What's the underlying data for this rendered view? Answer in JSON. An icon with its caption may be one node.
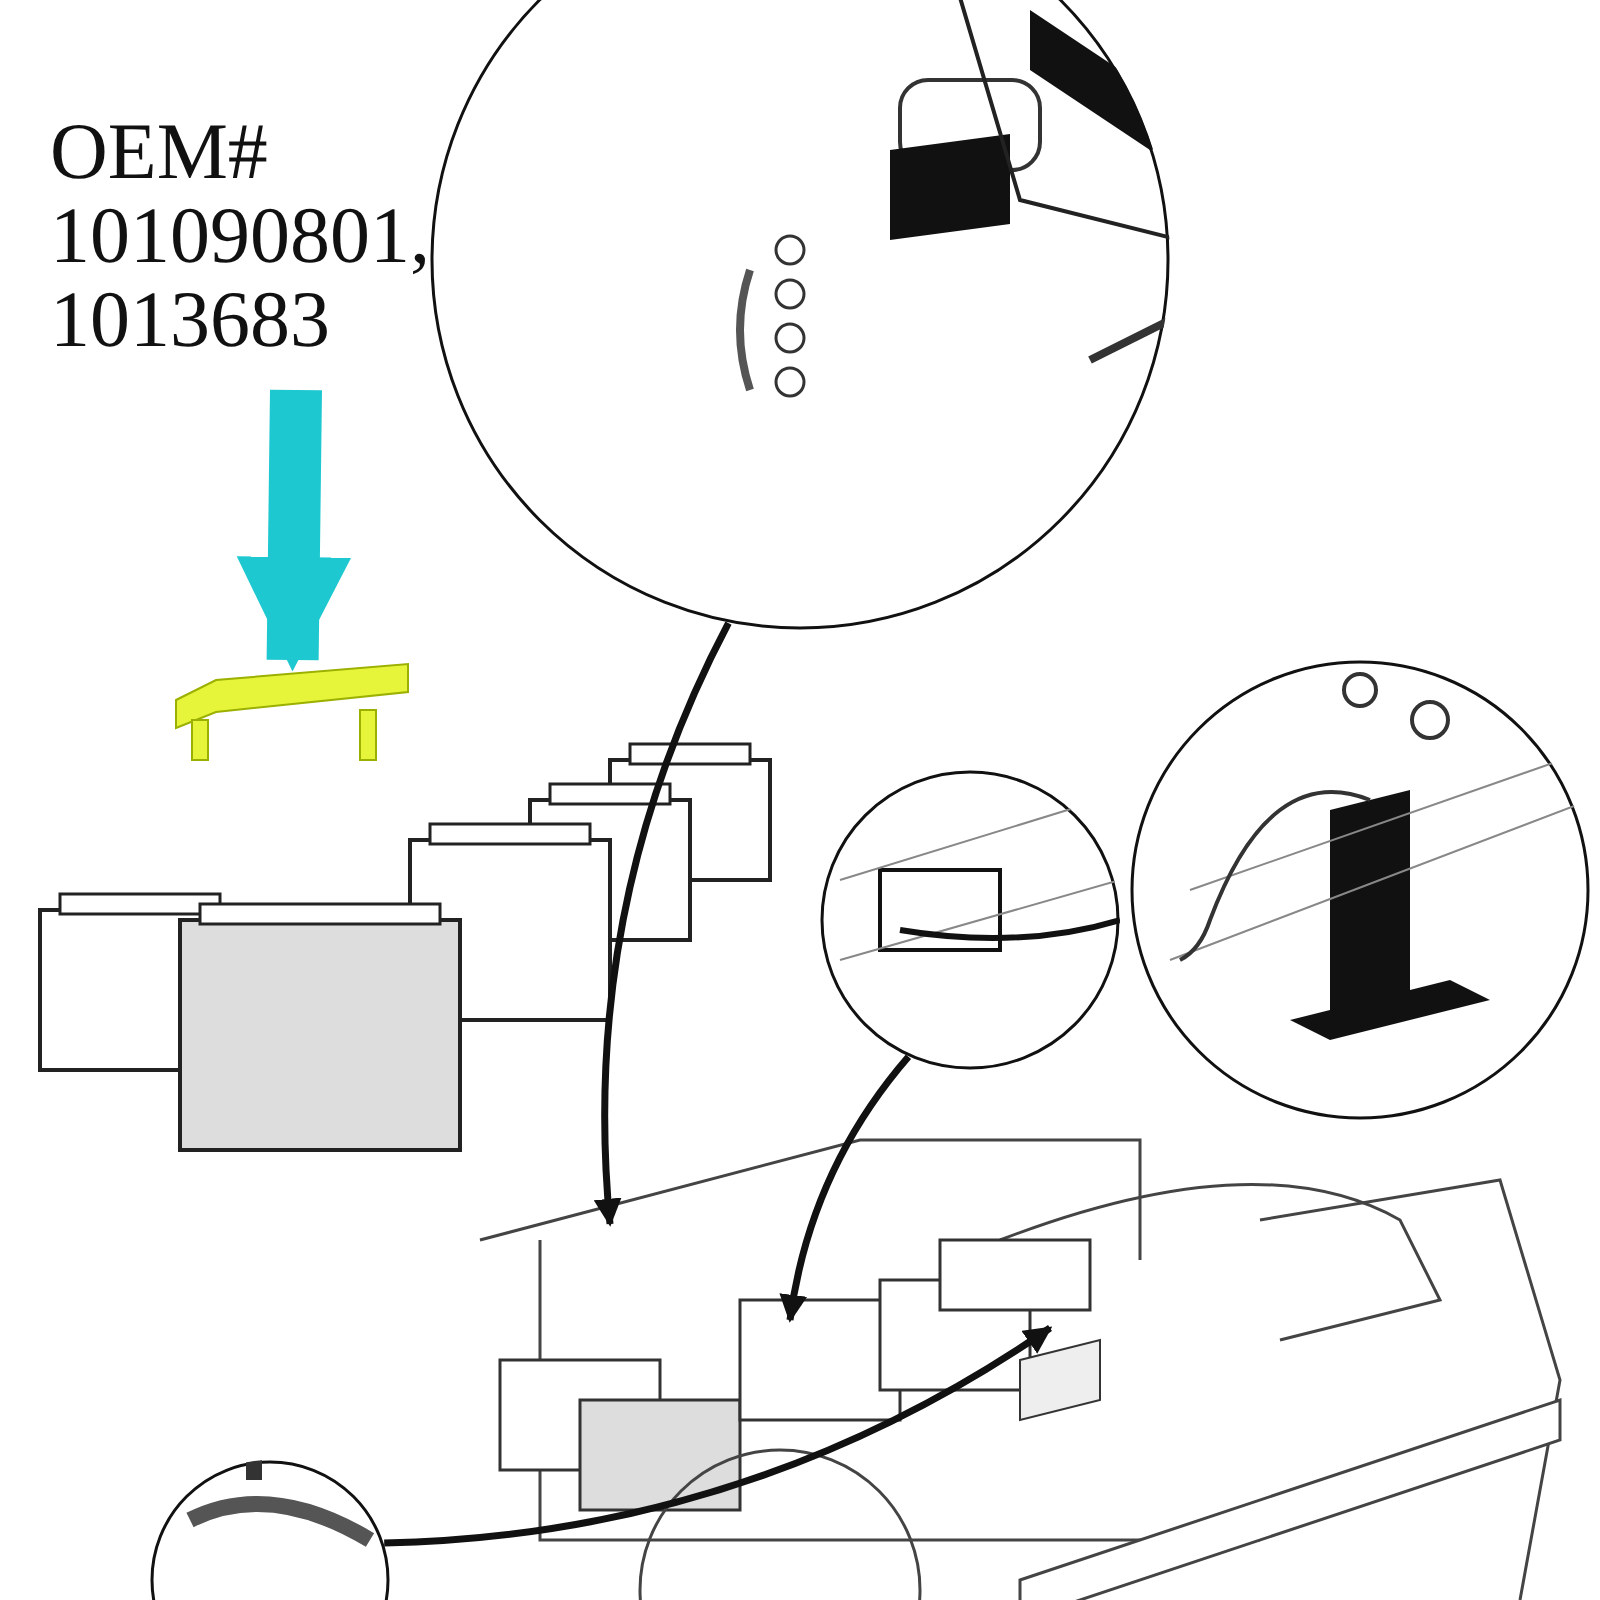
{
  "diagram": {
    "nodes": [
      {
        "text": [],
        "shape": "picture"
      },
      {
        "text": [],
        "shape": "picture"
      },
      {
        "text": [],
        "shape": "picture"
      },
      {
        "text": [],
        "shape": "picture"
      },
      {
        "text": [],
        "shape": "picture"
      },
      {
        "text": [],
        "shape": "picture"
      }
    ],
    "edges": [
      {
        "from": 0,
        "to": 4,
        "arrow": "to"
      },
      {
        "from": 2,
        "to": 4,
        "arrow": "to"
      },
      {
        "from": 3,
        "to": 4,
        "arrow": "to"
      },
      {
        "from": null,
        "to": 5,
        "arrow": "to",
        "style": "thick",
        "color": "#1ec8d0"
      }
    ],
    "labels": [
      "OEM# 101090801, 1013683"
    ]
  }
}
